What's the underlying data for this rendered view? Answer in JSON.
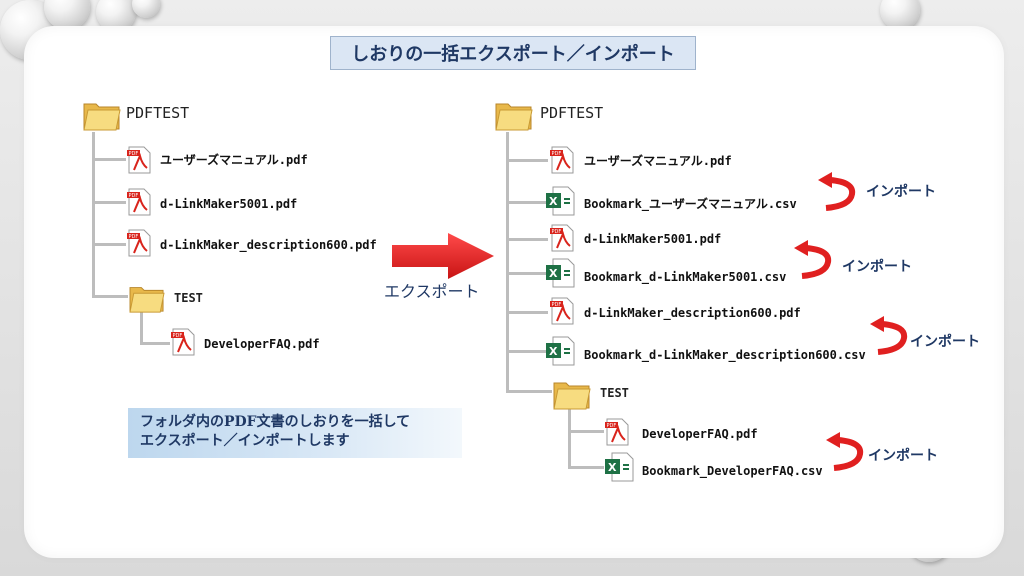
{
  "title": "しおりの一括エクスポート／インポート",
  "left_tree": {
    "root": "PDFTEST",
    "files": [
      "ユーザーズマニュアル.pdf",
      "d-LinkMaker5001.pdf",
      "d-LinkMaker_description600.pdf"
    ],
    "subfolder": "TEST",
    "subfiles": [
      "DeveloperFAQ.pdf"
    ]
  },
  "right_tree": {
    "root": "PDFTEST",
    "files": [
      "ユーザーズマニュアル.pdf",
      "Bookmark_ユーザーズマニュアル.csv",
      "d-LinkMaker5001.pdf",
      "Bookmark_d-LinkMaker5001.csv",
      "d-LinkMaker_description600.pdf",
      "Bookmark_d-LinkMaker_description600.csv"
    ],
    "subfolder": "TEST",
    "subfiles": [
      "DeveloperFAQ.pdf",
      "Bookmark_DeveloperFAQ.csv"
    ]
  },
  "export_label": "エクスポート",
  "import_labels": [
    "インポート",
    "インポート",
    "インポート",
    "インポート"
  ],
  "note": {
    "line1": "フォルダ内のPDF文書のしおりを一括して",
    "line2": "エクスポート／インポートします"
  },
  "icon_text": {
    "pdf": "PDF",
    "excel": "X"
  },
  "colors": {
    "title_bg": "#dbe6f4",
    "title_text": "#1f3864",
    "arrow_red": "#e02020",
    "tree_line": "#bdbdbd",
    "folder_yellow": "#f4d36b",
    "excel_green": "#1e7145",
    "pdf_red": "#d9241c"
  }
}
